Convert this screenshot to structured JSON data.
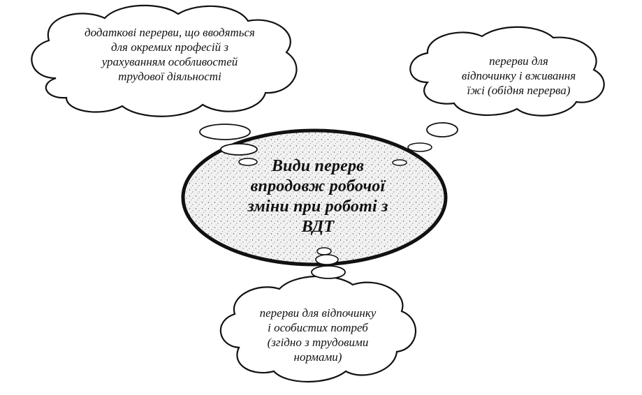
{
  "diagram": {
    "center": {
      "lines": [
        "Види перерв",
        "впродовж робочої",
        "зміни при роботі з",
        "ВДТ"
      ]
    },
    "clouds": {
      "top_left": {
        "lines": [
          "додаткові перерви, що вводяться",
          "для окремих професій з",
          "урахуванням особливостей",
          "трудової діяльності"
        ]
      },
      "top_right": {
        "lines": [
          "перерви для",
          "відпочинку і вживання",
          "їжі (обідня перерва)"
        ]
      },
      "bottom": {
        "lines": [
          "перерви для відпочинку",
          "і особистих потреб",
          "(згідно з трудовими",
          "нормами)"
        ]
      }
    }
  }
}
